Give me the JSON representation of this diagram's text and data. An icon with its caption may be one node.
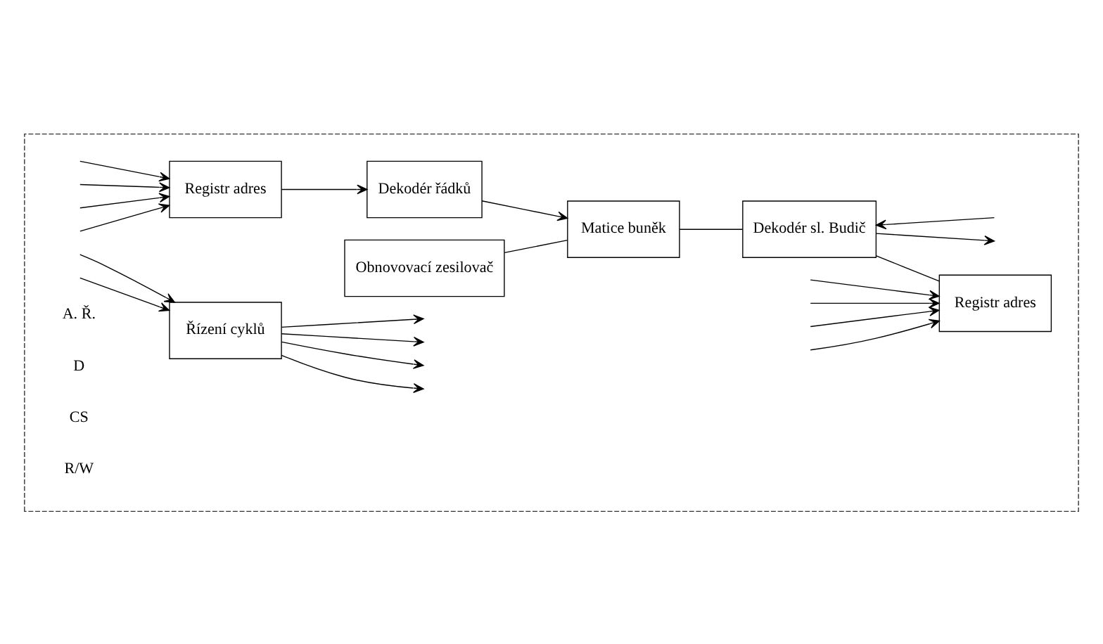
{
  "diagram": {
    "nodes": [
      {
        "text": [],
        "shape": "box"
      },
      {
        "text": [
          "Obnovovací zesilovač"
        ],
        "in": 0
      },
      {
        "text": [
          "Registr adres"
        ],
        "in": 0
      },
      {
        "text": [
          "Dekodér řádků"
        ],
        "in": 0
      },
      {
        "text": [
          "Matice buněk"
        ],
        "in": 0
      },
      {
        "text": [
          "Dekodér sl. Budič"
        ],
        "in": 0
      },
      {
        "text": [
          "Řízení cyklů"
        ],
        "in": 0
      },
      {
        "text": [
          "Registr adres"
        ],
        "in": 0
      }
    ],
    "edges": [
      {
        "from": null,
        "to": 2,
        "arrow": "to"
      },
      {
        "from": null,
        "to": 2,
        "arrow": "to"
      },
      {
        "from": null,
        "to": 2,
        "arrow": "to"
      },
      {
        "from": null,
        "to": 2,
        "arrow": "to"
      },
      {
        "from": 2,
        "to": 3,
        "arrow": "to"
      },
      {
        "from": 3,
        "to": 4,
        "arrow": "to"
      },
      {
        "from": 1,
        "to": 4,
        "arrow": "none"
      },
      {
        "from": 4,
        "to": 5,
        "arrow": "none"
      },
      {
        "from": 5,
        "to": null,
        "arrow": "to"
      },
      {
        "from": null,
        "to": 5,
        "arrow": "to"
      },
      {
        "from": 5,
        "to": 7,
        "arrow": "none"
      },
      {
        "from": 6,
        "to": null,
        "arrow": "to"
      },
      {
        "from": 6,
        "to": null,
        "arrow": "to"
      },
      {
        "from": 6,
        "to": null,
        "arrow": "to"
      },
      {
        "from": 6,
        "to": null,
        "arrow": "to"
      },
      {
        "from": null,
        "to": 6,
        "arrow": "to"
      },
      {
        "from": null,
        "to": 6,
        "arrow": "to"
      },
      {
        "from": null,
        "to": 7,
        "arrow": "to"
      },
      {
        "from": null,
        "to": 7,
        "arrow": "to"
      },
      {
        "from": null,
        "to": 7,
        "arrow": "to"
      },
      {
        "from": null,
        "to": 7,
        "arrow": "to"
      }
    ],
    "labels": [
      "A. Ř.",
      "D",
      "CS",
      "R/W"
    ]
  }
}
